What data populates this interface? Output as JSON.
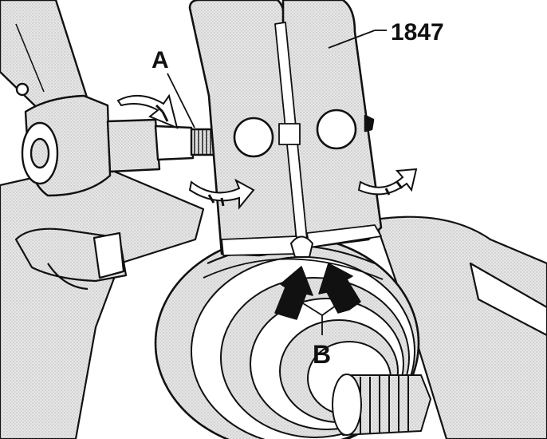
{
  "figure": {
    "labels": {
      "tool_number": "1847",
      "point_a": "A",
      "point_b": "B"
    },
    "colors": {
      "line": "#111111",
      "fill": "#ffffff",
      "screen_tone": "#d9d9d9",
      "arrow": "#111111"
    },
    "icons": {
      "direction_arrow": "curved-arrow-icon",
      "force_arrow": "block-arrow-icon"
    }
  }
}
